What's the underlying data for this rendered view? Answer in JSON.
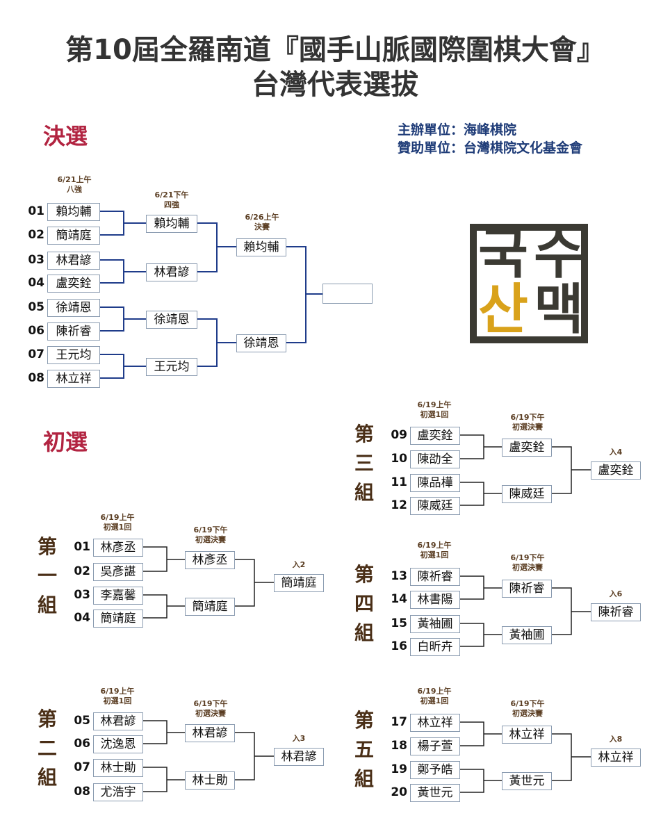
{
  "header": {
    "title_line1": "第10屆全羅南道『國手山脈國際圍棋大會』",
    "title_line2": "台灣代表選拔",
    "organizer": "主辦單位：海峰棋院",
    "sponsor": "贊助單位：台灣棋院文化基金會"
  },
  "logo": {
    "chars": [
      "국",
      "수",
      "산",
      "맥"
    ]
  },
  "colors": {
    "final_line": "#1f3c8a",
    "prelim_line": "#222222",
    "section": "#b22441",
    "logo_dark": "#3b3a33",
    "logo_accent": "#d9a21b"
  },
  "finals": {
    "heading": "決選",
    "round1_label_line1": "6/21上午",
    "round1_label_line2": "八強",
    "round2_label_line1": "6/21下午",
    "round2_label_line2": "四強",
    "round3_label_line1": "6/26上午",
    "round3_label_line2": "決賽",
    "players": [
      {
        "num": "01",
        "name": "賴均輔"
      },
      {
        "num": "02",
        "name": "簡靖庭"
      },
      {
        "num": "03",
        "name": "林君諺"
      },
      {
        "num": "04",
        "name": "盧奕銓"
      },
      {
        "num": "05",
        "name": "徐靖恩"
      },
      {
        "num": "06",
        "name": "陳祈睿"
      },
      {
        "num": "07",
        "name": "王元均"
      },
      {
        "num": "08",
        "name": "林立祥"
      }
    ],
    "quarter_winners": [
      "賴均輔",
      "林君諺",
      "徐靖恩",
      "王元均"
    ],
    "semi_winners": [
      "賴均輔",
      "徐靖恩"
    ],
    "champion": ""
  },
  "prelims": {
    "heading": "初選",
    "groups": [
      {
        "label": [
          "第",
          "一",
          "組"
        ],
        "r1_line1": "6/19上午",
        "r1_line2": "初選1回",
        "r2_line1": "6/19下午",
        "r2_line2": "初選決賽",
        "advance": "入2",
        "players": [
          {
            "num": "01",
            "name": "林彥丞"
          },
          {
            "num": "02",
            "name": "吳彥諶"
          },
          {
            "num": "03",
            "name": "李嘉馨"
          },
          {
            "num": "04",
            "name": "簡靖庭"
          }
        ],
        "semis": [
          "林彥丞",
          "簡靖庭"
        ],
        "winner": "簡靖庭"
      },
      {
        "label": [
          "第",
          "二",
          "組"
        ],
        "r1_line1": "6/19上午",
        "r1_line2": "初選1回",
        "r2_line1": "6/19下午",
        "r2_line2": "初選決賽",
        "advance": "入3",
        "players": [
          {
            "num": "05",
            "name": "林君諺"
          },
          {
            "num": "06",
            "name": "沈逸恩"
          },
          {
            "num": "07",
            "name": "林士勛"
          },
          {
            "num": "08",
            "name": "尤浩宇"
          }
        ],
        "semis": [
          "林君諺",
          "林士勛"
        ],
        "winner": "林君諺"
      },
      {
        "label": [
          "第",
          "三",
          "組"
        ],
        "r1_line1": "6/19上午",
        "r1_line2": "初選1回",
        "r2_line1": "6/19下午",
        "r2_line2": "初選決賽",
        "advance": "入4",
        "players": [
          {
            "num": "09",
            "name": "盧奕銓"
          },
          {
            "num": "10",
            "name": "陳劭全"
          },
          {
            "num": "11",
            "name": "陳品樺"
          },
          {
            "num": "12",
            "name": "陳威廷"
          }
        ],
        "semis": [
          "盧奕銓",
          "陳威廷"
        ],
        "winner": "盧奕銓"
      },
      {
        "label": [
          "第",
          "四",
          "組"
        ],
        "r1_line1": "6/19上午",
        "r1_line2": "初選1回",
        "r2_line1": "6/19下午",
        "r2_line2": "初選決賽",
        "advance": "入6",
        "players": [
          {
            "num": "13",
            "name": "陳祈睿"
          },
          {
            "num": "14",
            "name": "林書陽"
          },
          {
            "num": "15",
            "name": "黃袖圃"
          },
          {
            "num": "16",
            "name": "白昕卉"
          }
        ],
        "semis": [
          "陳祈睿",
          "黃袖圃"
        ],
        "winner": "陳祈睿"
      },
      {
        "label": [
          "第",
          "五",
          "組"
        ],
        "r1_line1": "6/19上午",
        "r1_line2": "初選1回",
        "r2_line1": "6/19下午",
        "r2_line2": "初選決賽",
        "advance": "入8",
        "players": [
          {
            "num": "17",
            "name": "林立祥"
          },
          {
            "num": "18",
            "name": "楊子萱"
          },
          {
            "num": "19",
            "name": "鄭予皓"
          },
          {
            "num": "20",
            "name": "黃世元"
          }
        ],
        "semis": [
          "林立祥",
          "黃世元"
        ],
        "winner": "林立祥"
      }
    ]
  }
}
